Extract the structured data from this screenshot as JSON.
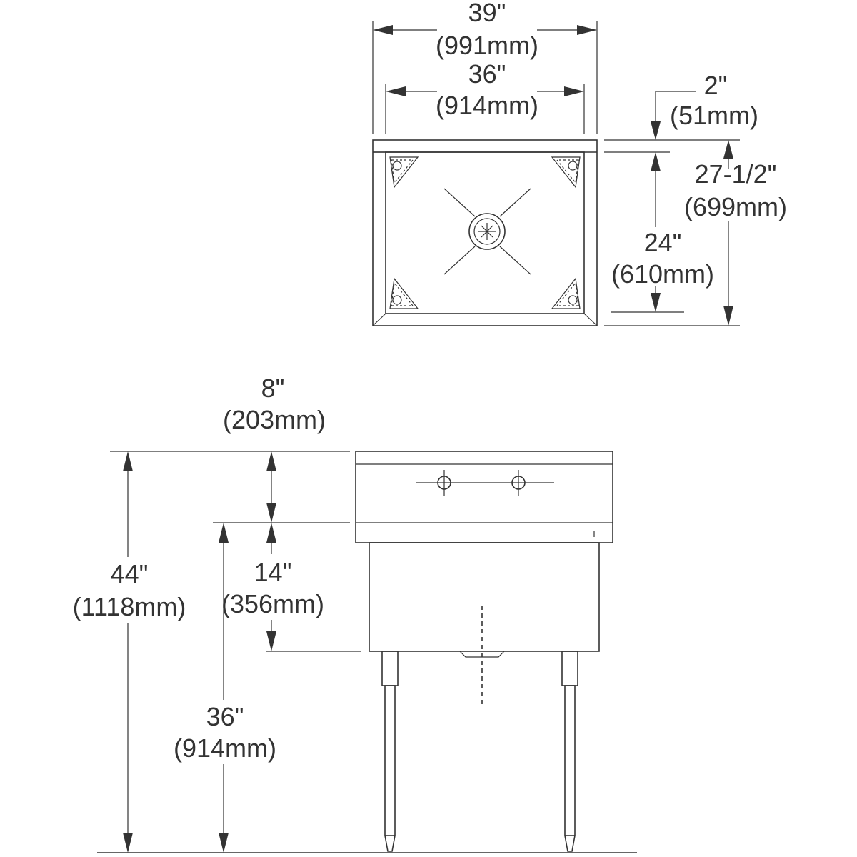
{
  "top_view": {
    "overall_width": {
      "in": "39\"",
      "mm": "(991mm)"
    },
    "bowl_width": {
      "in": "36\"",
      "mm": "(914mm)"
    },
    "backsplash": {
      "in": "2\"",
      "mm": "(51mm)"
    },
    "overall_depth": {
      "in": "27-1/2\"",
      "mm": "(699mm)"
    },
    "bowl_depth": {
      "in": "24\"",
      "mm": "(610mm)"
    }
  },
  "side_view": {
    "backsplash_height": {
      "in": "8\"",
      "mm": "(203mm)"
    },
    "overall_height": {
      "in": "44\"",
      "mm": "(1118mm)"
    },
    "bowl_depth": {
      "in": "14\"",
      "mm": "(356mm)"
    },
    "rim_height": {
      "in": "36\"",
      "mm": "(914mm)"
    }
  }
}
